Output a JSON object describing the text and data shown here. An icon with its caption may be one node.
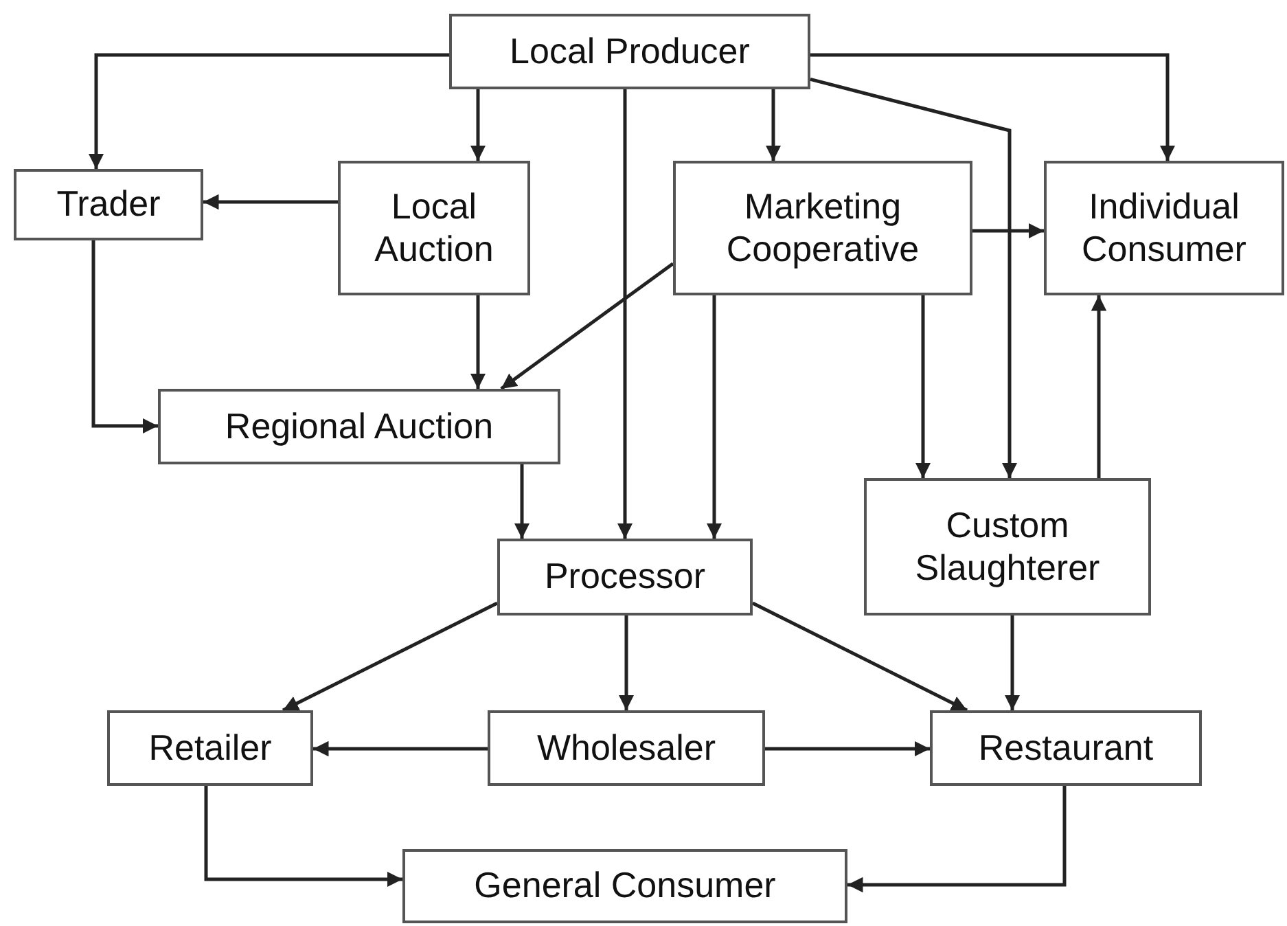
{
  "diagram": {
    "nodes": [
      {
        "text": [
          "Local Producer"
        ]
      },
      {
        "text": [
          "Trader"
        ]
      },
      {
        "text": [
          "Local Auction"
        ]
      },
      {
        "text": [
          "Marketing Cooperative"
        ]
      },
      {
        "text": [
          "Individual Consumer"
        ]
      },
      {
        "text": [
          "Regional Auction"
        ]
      },
      {
        "text": [
          "Processor"
        ]
      },
      {
        "text": [
          "Custom Slaughterer"
        ]
      },
      {
        "text": [
          "Retailer"
        ]
      },
      {
        "text": [
          "Wholesaler"
        ]
      },
      {
        "text": [
          "Restaurant"
        ]
      },
      {
        "text": [
          "General Consumer"
        ]
      }
    ],
    "edges": [
      {
        "from": 0,
        "to": 1,
        "arrow": "to"
      },
      {
        "from": 0,
        "to": 2,
        "arrow": "to"
      },
      {
        "from": 0,
        "to": 6,
        "arrow": "to"
      },
      {
        "from": 0,
        "to": 3,
        "arrow": "to"
      },
      {
        "from": 0,
        "to": 4,
        "arrow": "to"
      },
      {
        "from": 0,
        "to": 7,
        "arrow": "to"
      },
      {
        "from": 2,
        "to": 1,
        "arrow": "to"
      },
      {
        "from": 2,
        "to": 5,
        "arrow": "to"
      },
      {
        "from": 1,
        "to": 5,
        "arrow": "to"
      },
      {
        "from": 3,
        "to": 5,
        "arrow": "to"
      },
      {
        "from": 3,
        "to": 4,
        "arrow": "to"
      },
      {
        "from": 3,
        "to": 6,
        "arrow": "to"
      },
      {
        "from": 3,
        "to": 7,
        "arrow": "to"
      },
      {
        "from": 7,
        "to": 4,
        "arrow": "to"
      },
      {
        "from": 5,
        "to": 6,
        "arrow": "to"
      },
      {
        "from": 6,
        "to": 8,
        "arrow": "to"
      },
      {
        "from": 6,
        "to": 9,
        "arrow": "to"
      },
      {
        "from": 6,
        "to": 10,
        "arrow": "to"
      },
      {
        "from": 7,
        "to": 10,
        "arrow": "to"
      },
      {
        "from": 9,
        "to": 8,
        "arrow": "to"
      },
      {
        "from": 9,
        "to": 10,
        "arrow": "to"
      },
      {
        "from": 8,
        "to": 11,
        "arrow": "to"
      },
      {
        "from": 10,
        "to": 11,
        "arrow": "to"
      }
    ]
  }
}
